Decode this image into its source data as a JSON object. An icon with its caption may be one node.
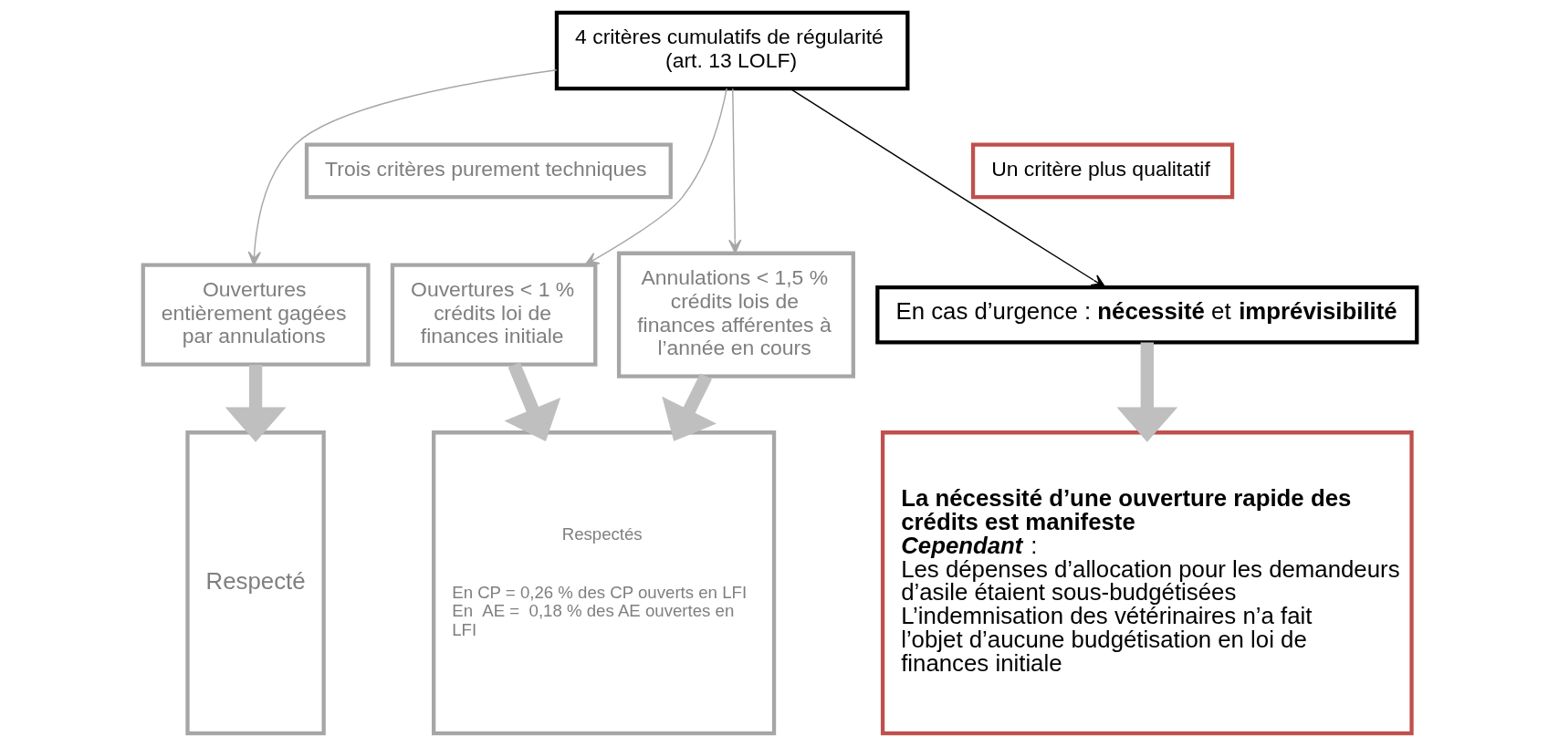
{
  "diagram": {
    "nodes": [
      {
        "text": [
          "4 critères cumulatifs de régularité (art. 13 LOLF)"
        ]
      },
      {
        "text": [
          "Trois critères purement techniques"
        ]
      },
      {
        "text": [
          "Un critère plus qualitatif"
        ]
      },
      {
        "text": [
          "Ouvertures entièrement gagées par annulations"
        ]
      },
      {
        "text": [
          "Ouvertures < 1 % crédits loi de finances initiale"
        ]
      },
      {
        "text": [
          "Annulations < 1,5 % crédits lois de finances afférentes à l’année en cours"
        ]
      },
      {
        "text": [
          "En cas d’urgence : **nécessité** et **imprévisibilité**"
        ]
      },
      {
        "text": [
          "Respecté"
        ]
      },
      {
        "text": [
          "Respectés",
          "En CP = 0,26 % des CP ouverts en LFI",
          "En  AE =  0,18 % des AE ouvertes en LFI"
        ]
      },
      {
        "text": [
          "La nécessité d’une ouverture rapide des crédits est manifeste",
          "**Cependant** :",
          "Les dépenses d’allocation pour les demandeurs d’asile étaient sous-budgétisées",
          "L’indemnisation des vétérinaires n’a fait l’objet d’aucune budgétisation en loi de finances initiale"
        ]
      }
    ],
    "edges": [
      {
        "from": 0,
        "to": 3,
        "arrow": "to"
      },
      {
        "from": 0,
        "to": 4,
        "arrow": "to"
      },
      {
        "from": 0,
        "to": 5,
        "arrow": "to"
      },
      {
        "from": 0,
        "to": 6,
        "arrow": "to",
        "color": "#000000"
      },
      {
        "from": 3,
        "to": 7,
        "arrow": "to",
        "style": "thick",
        "color": "#bfbfbf"
      },
      {
        "from": 4,
        "to": 8,
        "arrow": "to",
        "style": "thick",
        "color": "#bfbfbf"
      },
      {
        "from": 5,
        "to": 8,
        "arrow": "to",
        "style": "thick",
        "color": "#bfbfbf"
      },
      {
        "from": 6,
        "to": 9,
        "arrow": "to",
        "style": "thick",
        "color": "#bfbfbf"
      }
    ]
  }
}
